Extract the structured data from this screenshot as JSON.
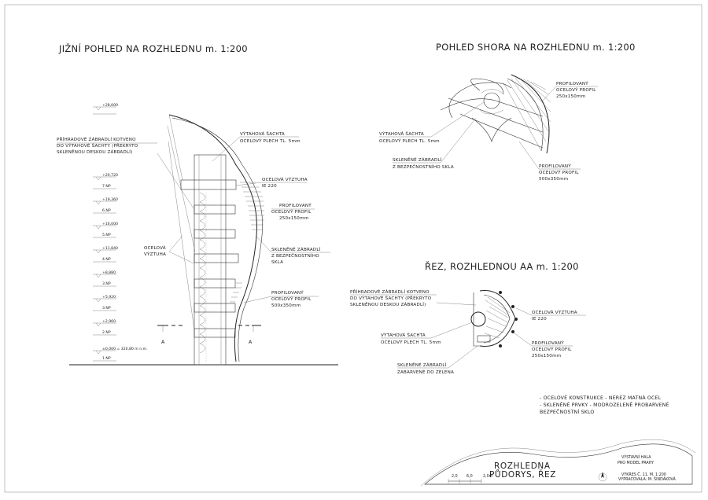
{
  "elevation": {
    "title": "JIŽNÍ POHLED NA ROZHLEDNU  m. 1:200",
    "levels": [
      {
        "value": "+28,000",
        "floor": ""
      },
      {
        "value": "+20,720",
        "floor": "7.NP"
      },
      {
        "value": "+19,360",
        "floor": "6.NP"
      },
      {
        "value": "+16,000",
        "floor": "5.NP"
      },
      {
        "value": "+11,840",
        "floor": "4.NP"
      },
      {
        "value": "+8,880",
        "floor": "3.NP"
      },
      {
        "value": "+5,920",
        "floor": "3.NP"
      },
      {
        "value": "+2,960",
        "floor": "2.NP"
      },
      {
        "value": "±0,000 = 320,80 m n.m.",
        "floor": "1.NP"
      }
    ],
    "section_mark": "A",
    "labels": {
      "railing": [
        "PŘÍHRADOVÉ ZÁBRADLÍ KOTVENO",
        "DO VÝTAHOVÉ ŠACHTY (PŘEKRYTO",
        "SKLENĚNOU DESKOU ZÁBRADLÍ)"
      ],
      "shaft": [
        "VÝTAHOVÁ ŠACHTA",
        "OCELOVÝ PLECH TL. 5mm"
      ],
      "brace": [
        "OCELOVÁ VÝZTUHA",
        "IE 220"
      ],
      "profile": [
        "PROFILOVANÝ",
        "OCELOVÝ PROFIL",
        "250x150mm"
      ],
      "steel_brace": [
        "OCELOVÁ",
        "VÝZTUHA"
      ],
      "glass": [
        "SKLENĚNÉ ZÁBRADLÍ",
        "Z BEZPEČNOSTNÍHO",
        "SKLA"
      ],
      "profile2": [
        "PROFILOVANÝ",
        "OCELOVÝ PROFIL",
        "500x350mm"
      ]
    }
  },
  "plan": {
    "title": "POHLED SHORA NA ROZHLEDNU m. 1:200",
    "labels": {
      "profile": [
        "PROFILOVANÝ",
        "OCELOVÝ PROFIL",
        "250x150mm"
      ],
      "shaft": [
        "VÝTAHOVÁ ŠACHTA",
        "OCELOVÝ PLECH TL. 5mm"
      ],
      "glass": [
        "SKLENĚNÉ ZÁBRADLÍ",
        "Z BEZPEČNOSTNÍHO SKLA"
      ],
      "profile2": [
        "PROFILOVANÝ",
        "OCELOVÝ PROFIL",
        "500x350mm"
      ]
    }
  },
  "section": {
    "title": "ŘEZ, ROZHLEDNOU AA m. 1:200",
    "labels": {
      "railing": [
        "PŘÍHRADOVÉ ZÁBRADLÍ KOTVENO",
        "DO VÝTAHOVÉ ŠACHTY (PŘEKRYTO",
        "SKLENĚNOU DESKOU ZÁBRADLÍ)"
      ],
      "shaft": [
        "VÝTAHOVÁ ŠACHTA",
        "OCELOVÝ PLECH TL. 5mm"
      ],
      "glass": [
        "SKLENĚNÉ ZÁBRADLÍ",
        "ZABARVENÉ DO ZELENA"
      ],
      "brace": [
        "OCELOVÁ VÝZTUHA",
        "IE 220"
      ],
      "profile": [
        "PROFILOVANÝ",
        "OCELOVÝ PROFIL",
        "250x150mm"
      ]
    }
  },
  "notes": [
    "- OCELOVÉ KONSTRUKCE - NEREZ MATNÁ OCEL",
    "- SKLENĚNÉ PRVKY - MODROZELENĚ PROBARVENÉ",
    "BEZPEČNOSTNÍ SKLO"
  ],
  "stamp": {
    "title1": "ROZHLEDNA",
    "title2": "PŮDORYS, ŘEZ",
    "project1": "VÝSTAVNÍ HALA",
    "project2": "PRO MODEL PRAHY",
    "sheet": "VÝKRES Č. 11.  M. 1:200",
    "author": "VYPRACOVALA: M. ŠINDÁKOVÁ",
    "scale_ticks": [
      "2,0",
      "6,0",
      "2,0m"
    ]
  }
}
